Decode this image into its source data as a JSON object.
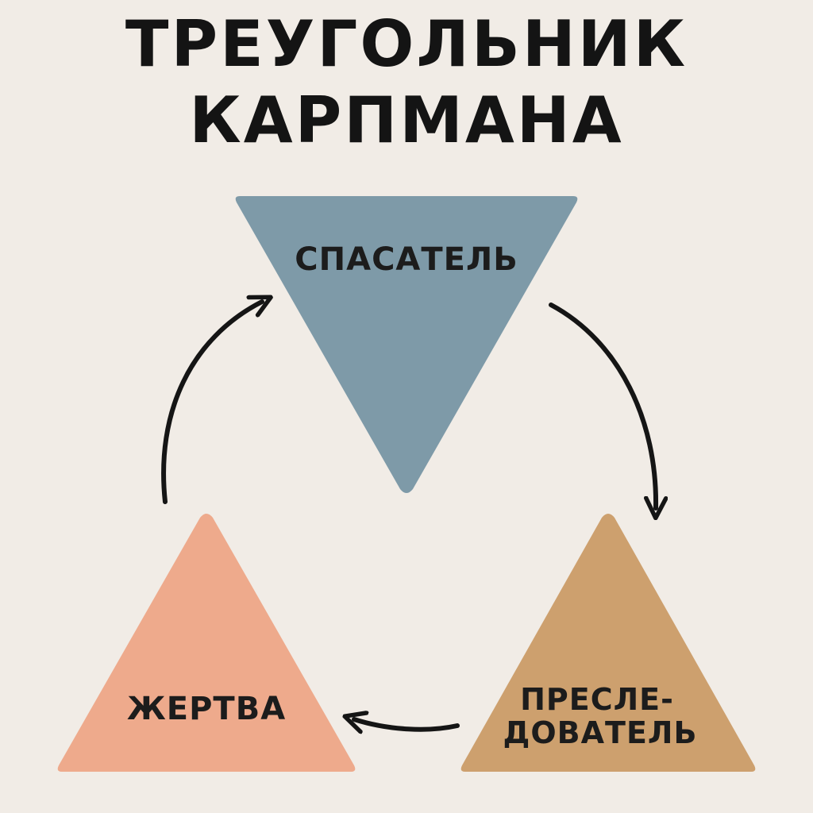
{
  "title": {
    "line1": "ТРЕУГОЛЬНИК",
    "line2": "КАРПМАНА"
  },
  "roles": {
    "rescuer": {
      "label": "СПАСАТЕЛЬ",
      "color": "#7e9aa8"
    },
    "victim": {
      "label": "ЖЕРТВА",
      "color": "#eeaa8c"
    },
    "persecutor": {
      "label_line1": "ПРЕСЛЕ-",
      "label_line2": "ДОВАТЕЛЬ",
      "color": "#cda06e"
    }
  },
  "arrows": [
    {
      "from": "rescuer",
      "to": "persecutor"
    },
    {
      "from": "persecutor",
      "to": "victim"
    },
    {
      "from": "victim",
      "to": "rescuer"
    }
  ],
  "colors": {
    "background": "#f1ece6",
    "text": "#141414",
    "arrow": "#151515"
  }
}
